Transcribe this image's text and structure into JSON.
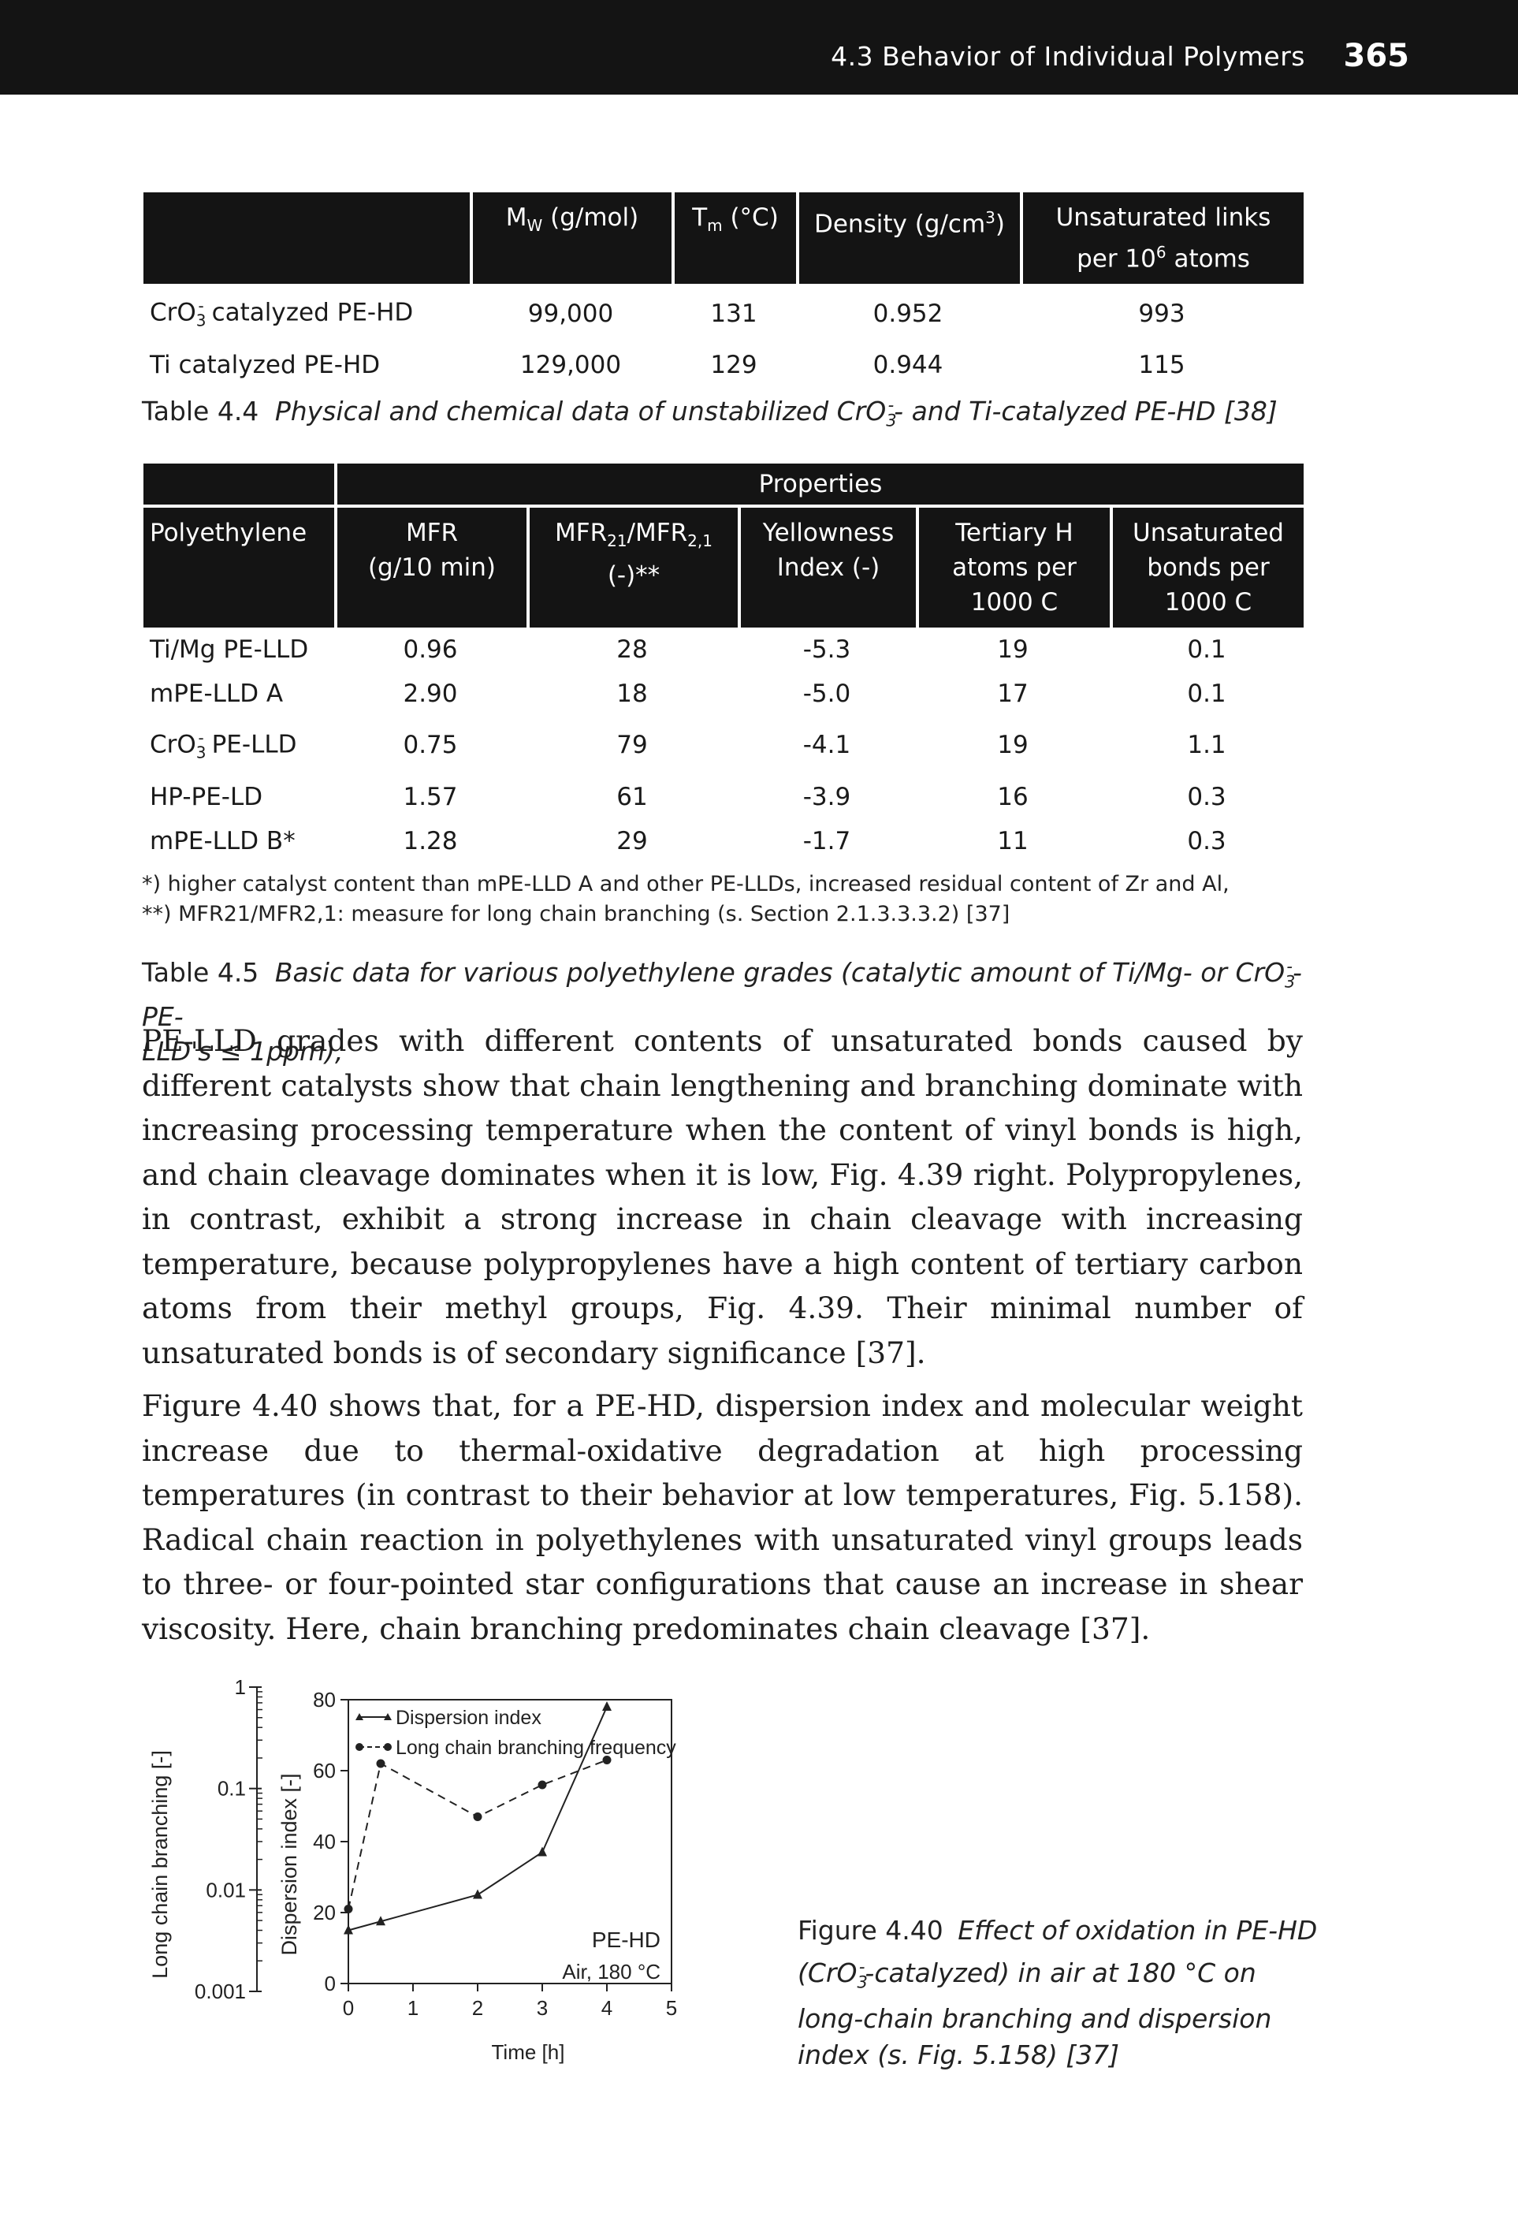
{
  "header": {
    "section": "4.3 Behavior of Individual Polymers",
    "page_number": "365"
  },
  "table44": {
    "columns": [
      "",
      "M_W (g/mol)",
      "T_m (°C)",
      "Density (g/cm³)",
      "Unsaturated links per 10⁶ atoms"
    ],
    "rows": [
      [
        "CrO3 catalyzed PE-HD",
        "99,000",
        "131",
        "0.952",
        "993"
      ],
      [
        "Ti catalyzed PE-HD",
        "129,000",
        "129",
        "0.944",
        "115"
      ]
    ],
    "caption_label": "Table 4.4",
    "caption_text": "Physical and chemical data of unstabilized CrO3- and Ti-catalyzed PE-HD [38]"
  },
  "table45": {
    "group_header": "Properties",
    "columns": [
      "Polyethylene",
      "MFR (g/10 min)",
      "MFR21/MFR2,1 (-)**",
      "Yellowness Index (-)",
      "Tertiary H atoms per 1000 C",
      "Unsaturated bonds per 1000 C"
    ],
    "rows": [
      [
        "Ti/Mg PE-LLD",
        "0.96",
        "28",
        "-5.3",
        "19",
        "0.1"
      ],
      [
        "mPE-LLD A",
        "2.90",
        "18",
        "-5.0",
        "17",
        "0.1"
      ],
      [
        "CrO3 PE-LLD",
        "0.75",
        "79",
        "-4.1",
        "19",
        "1.1"
      ],
      [
        "HP-PE-LD",
        "1.57",
        "61",
        "-3.9",
        "16",
        "0.3"
      ],
      [
        "mPE-LLD B*",
        "1.28",
        "29",
        "-1.7",
        "11",
        "0.3"
      ]
    ],
    "footnote1": "*) higher catalyst content than mPE-LLD A and other PE-LLDs, increased residual content of Zr and Al,",
    "footnote2": "**) MFR21/MFR2,1: measure for long chain branching (s. Section 2.1.3.3.3.2) [37]",
    "caption_label": "Table 4.5",
    "caption_text": "Basic data for various polyethylene grades (catalytic amount of Ti/Mg- or CrO3-PE-LLD's ≤ 1ppm),"
  },
  "body": {
    "paragraph1": "PE-LLD grades with different contents of unsaturated bonds caused by different catalysts show that chain lengthening and branching dominate with increasing processing temperature when the content of vinyl bonds is high, and chain cleavage dominates when it is low, Fig. 4.39 right. Polypropylenes, in contrast, exhibit a strong increase in chain cleavage with increasing temperature, because polypropylenes have a high content of tertiary carbon atoms from their methyl groups, Fig. 4.39. Their minimal number of unsaturated bonds is of secondary significance [37].",
    "paragraph2": "Figure 4.40 shows that, for a PE-HD, dispersion index and molecular weight increase due to thermal-oxidative degradation at high processing temperatures (in contrast to their behavior at low temperatures, Fig. 5.158). Radical chain reaction in polyethylenes with unsaturated vinyl groups leads to three- or four-pointed star configurations that cause an increase in shear viscosity. Here, chain branching predominates chain cleavage [37]."
  },
  "chart_data": {
    "type": "line",
    "xlabel": "Time [h]",
    "x_ticks": [
      "0",
      "1",
      "2",
      "3",
      "4",
      "5"
    ],
    "xlim": [
      0,
      5
    ],
    "ylabel": "Dispersion index [-]",
    "ylim": [
      0,
      80
    ],
    "y_ticks": [
      "0",
      "20",
      "40",
      "60",
      "80"
    ],
    "ylabel2": "Long chain branching [-]",
    "ylim2": [
      0.001,
      1
    ],
    "y2_scale": "log",
    "y2_ticks": [
      "0.001",
      "0.01",
      "0.1",
      "1"
    ],
    "series": [
      {
        "name": "Dispersion index",
        "axis": "left",
        "marker": "triangle",
        "line": "solid",
        "x": [
          0,
          0.5,
          2,
          3,
          4
        ],
        "y": [
          15,
          17.5,
          25,
          37,
          78
        ]
      },
      {
        "name": "Long chain branching frequency",
        "axis": "left",
        "marker": "circle",
        "line": "dashed",
        "x": [
          0,
          0.5,
          2,
          3,
          4
        ],
        "y": [
          21,
          62,
          47,
          56,
          63
        ]
      }
    ],
    "annotation_material": "PE-HD",
    "annotation_conditions": "Air, 180 °C",
    "legend": "top-left"
  },
  "figure_caption": {
    "label": "Figure 4.40",
    "text": "Effect of oxidation in PE-HD (CrO3-catalyzed) in air at 180 °C on long-chain branching and dispersion index (s. Fig. 5.158) [37]"
  }
}
